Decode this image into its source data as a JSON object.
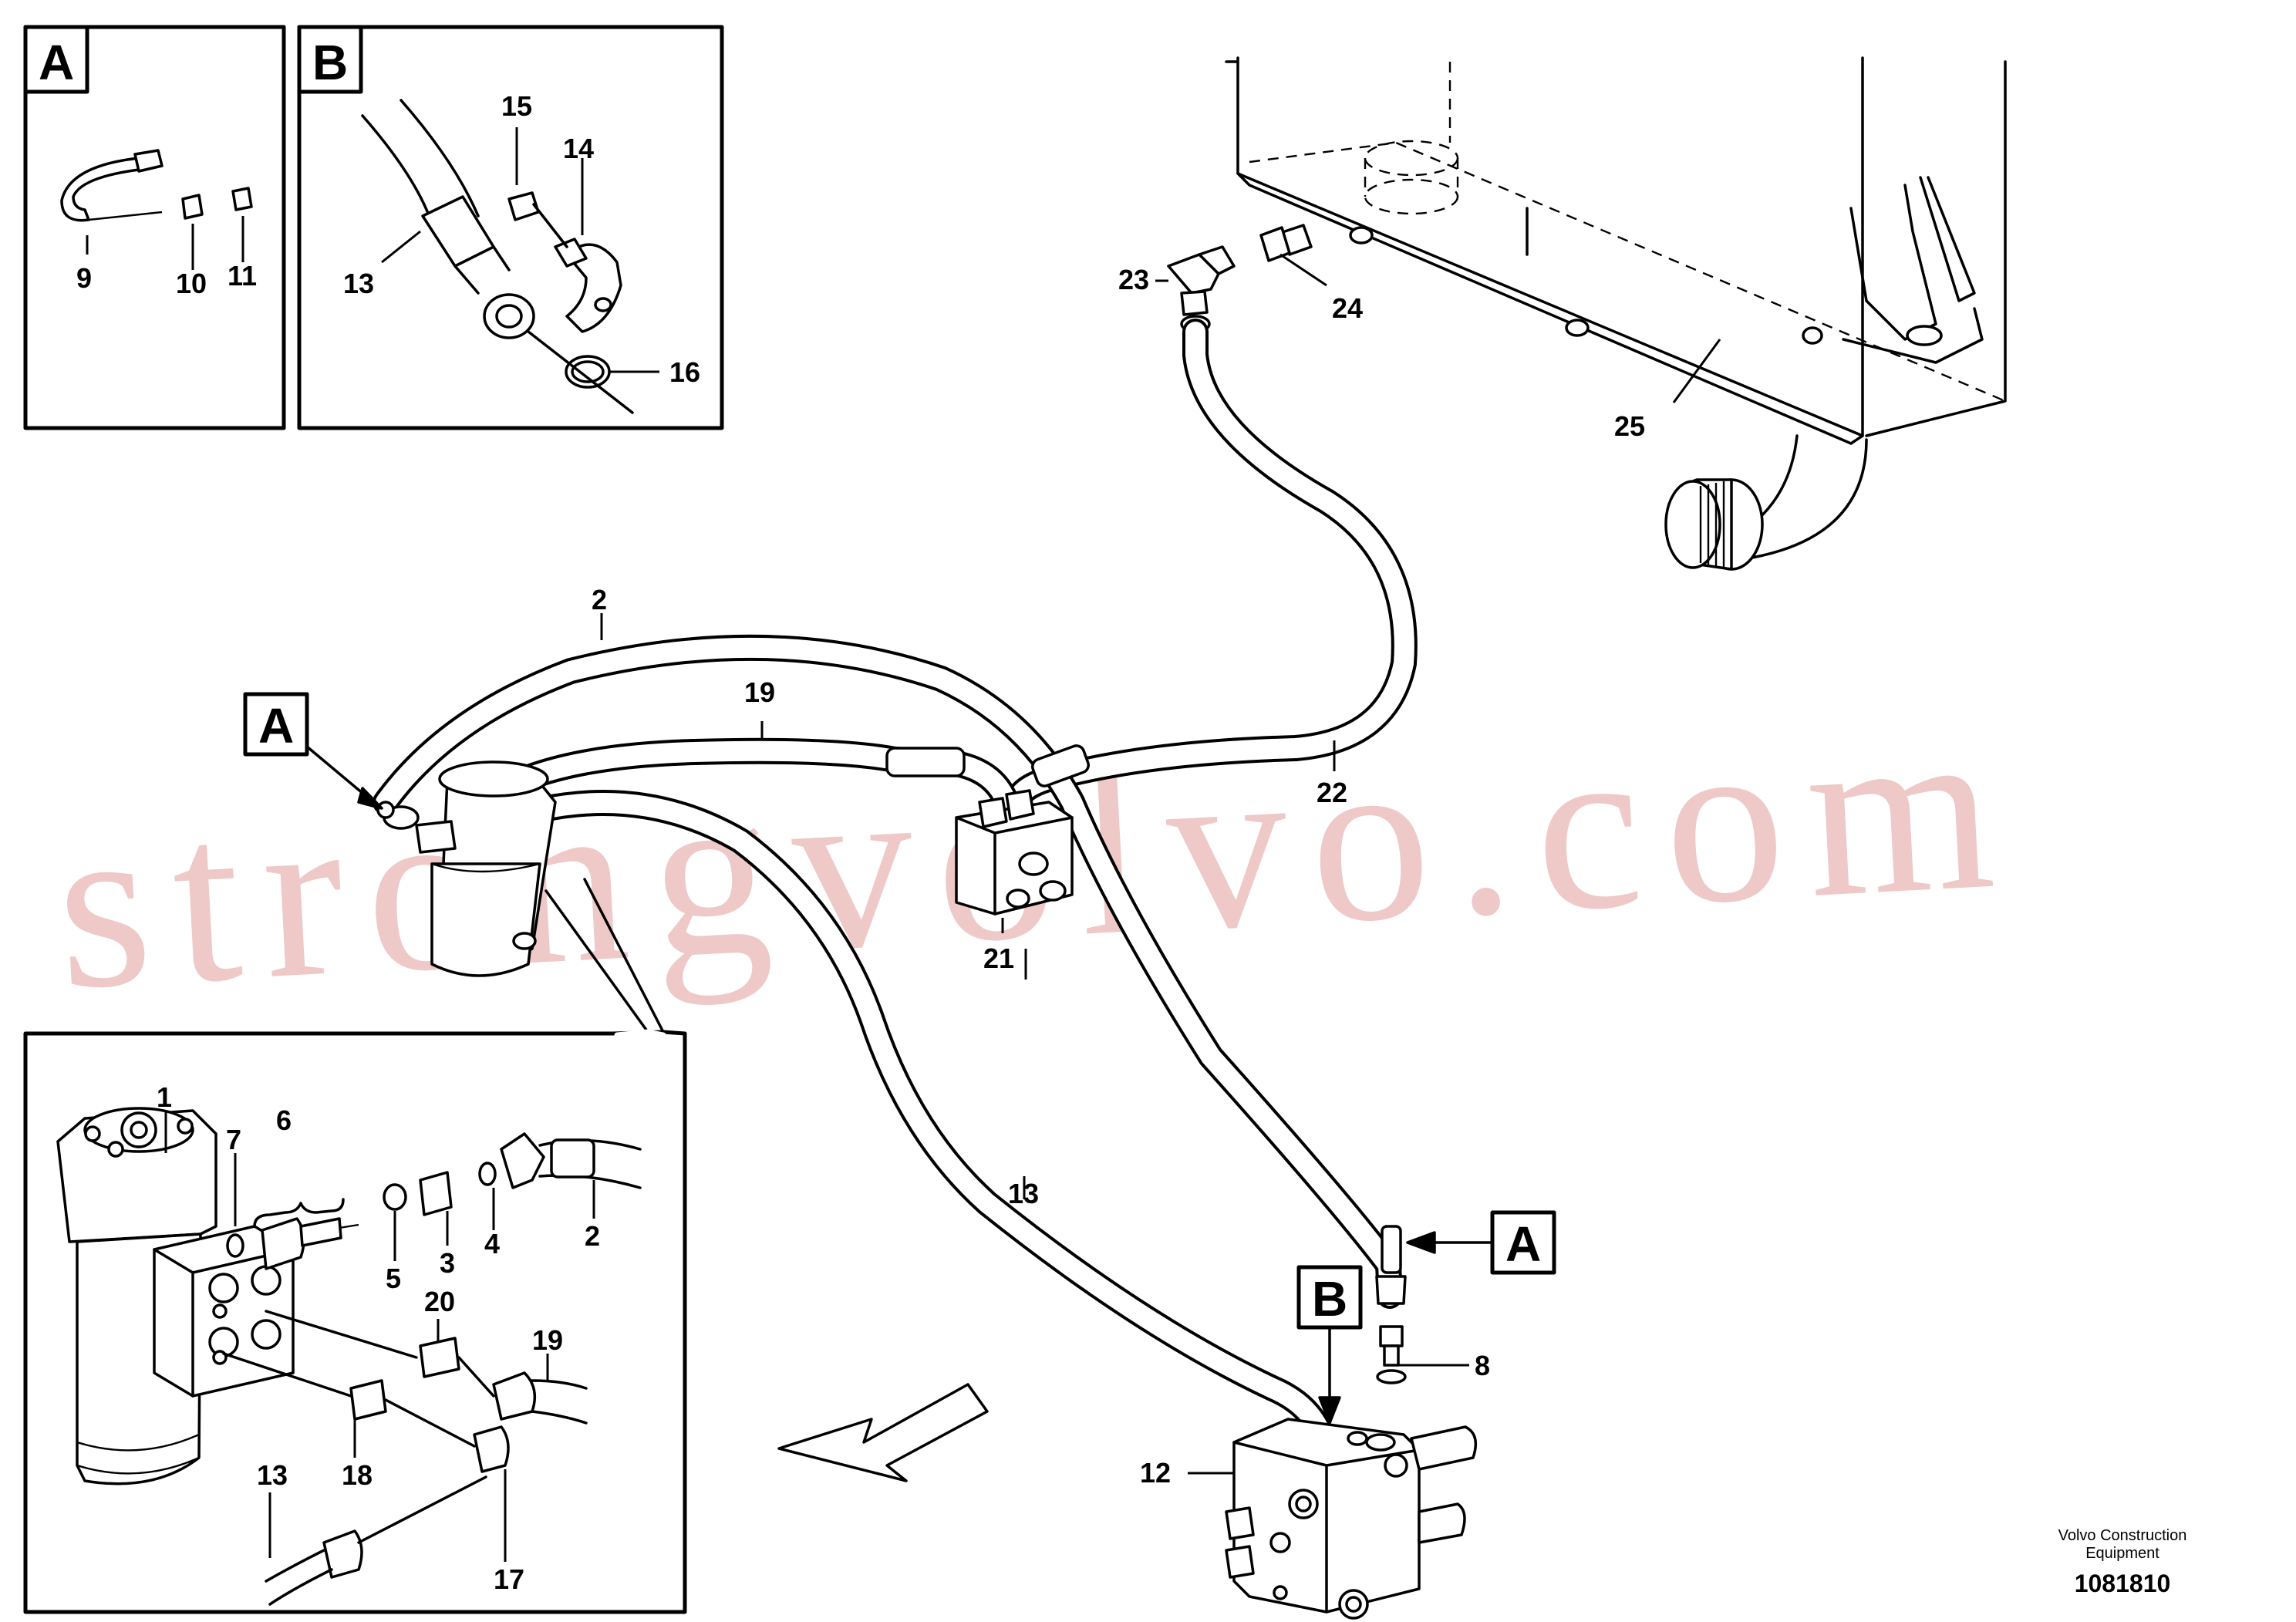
{
  "watermark": "strongvolvo.com",
  "callouts": {
    "c1": "1",
    "c2": "2",
    "c2b": "2",
    "c3": "3",
    "c4": "4",
    "c5": "5",
    "c6": "6",
    "c7": "7",
    "c8": "8",
    "c9": "9",
    "c10": "10",
    "c11": "11",
    "c12": "12",
    "c13": "13",
    "c13b": "13",
    "c13c": "13",
    "c14": "14",
    "c15": "15",
    "c16": "16",
    "c17": "17",
    "c18": "18",
    "c19": "19",
    "c19b": "19",
    "c20": "20",
    "c21": "21",
    "c22": "22",
    "c23": "23",
    "c24": "24",
    "c25": "25"
  },
  "detail_refs": {
    "inset_a": "A",
    "inset_b": "B",
    "ref_a_steering": "A",
    "ref_a_valve": "A",
    "ref_b_valve": "B"
  },
  "footer": {
    "company_line1": "Volvo Construction",
    "company_line2": "Equipment",
    "drawing_number": "1081810"
  }
}
